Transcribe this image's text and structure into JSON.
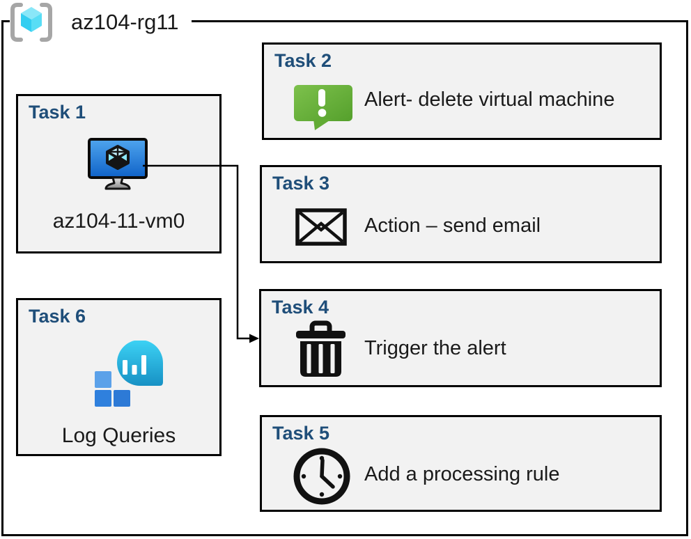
{
  "resource_group": {
    "label": "az104-rg11",
    "icon": "resource-group"
  },
  "tasks": [
    {
      "title": "Task 1",
      "label": "az104-11-vm0",
      "icon": "virtual-machine"
    },
    {
      "title": "Task 2",
      "label": "Alert- delete virtual machine",
      "icon": "alert-message"
    },
    {
      "title": "Task 3",
      "label": "Action – send email",
      "icon": "email-envelope"
    },
    {
      "title": "Task 4",
      "label": "Trigger the alert",
      "icon": "trash-can"
    },
    {
      "title": "Task 5",
      "label": "Add a processing rule",
      "icon": "clock"
    },
    {
      "title": "Task 6",
      "label": "Log Queries",
      "icon": "log-analytics"
    }
  ],
  "connector": {
    "from": "Task 1",
    "to": "Task 4"
  },
  "colors": {
    "task_header": "#1f4e79",
    "box_background": "#f2f2f2",
    "border": "#000000",
    "alert_green_light": "#7dc14c",
    "alert_green_dark": "#55a02c",
    "vm_screen_top": "#4fa5ee",
    "vm_screen_bottom": "#0f62c8",
    "log_teal_top": "#3dd3f5",
    "log_teal_bottom": "#1791c4",
    "log_square_light": "#5ba1e9",
    "log_square_mid": "#2f80dd",
    "log_square_dark": "#2d7ad6",
    "rg_bracket_gray": "#a6a6a6",
    "rg_cube_top": "#8ae7f8",
    "rg_cube_left": "#33cef1",
    "rg_cube_right": "#58ddf5"
  }
}
